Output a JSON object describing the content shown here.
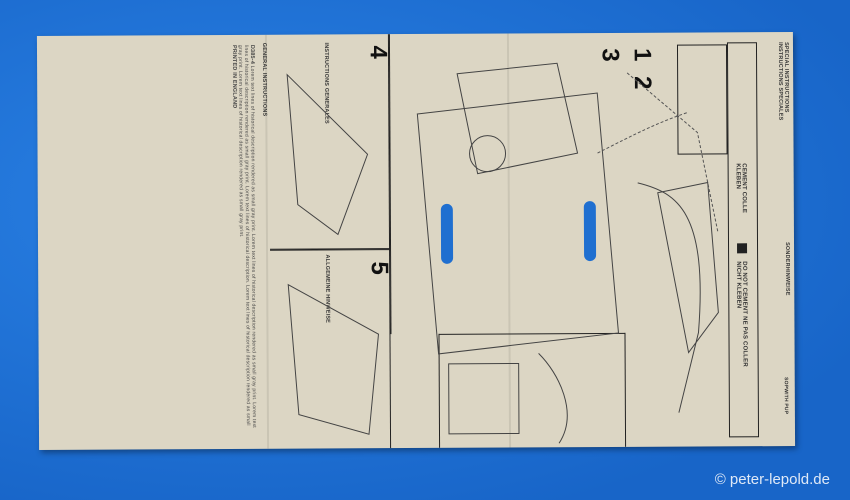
{
  "sheet": {
    "title": "SOPWITH PUP",
    "printed": "PRINTED IN ENGLAND",
    "code": "D385-4",
    "special": [
      "SPECIAL INSTRUCTIONS",
      "INSTRUCTIONS SPECIALES",
      "SONDERHINWEISE"
    ],
    "cement": "CEMENT COLLE KLEBEN",
    "no_cement": "DO NOT CEMENT NE PAS COLLER NICHT KLEBEN",
    "general": [
      "GENERAL INSTRUCTIONS",
      "INSTRUCTIONS GENERALES",
      "ALLGEMEINE HINWEISE"
    ],
    "steps": [
      "1",
      "2",
      "3",
      "4",
      "5"
    ]
  },
  "watermark": "© peter-lepold.de"
}
